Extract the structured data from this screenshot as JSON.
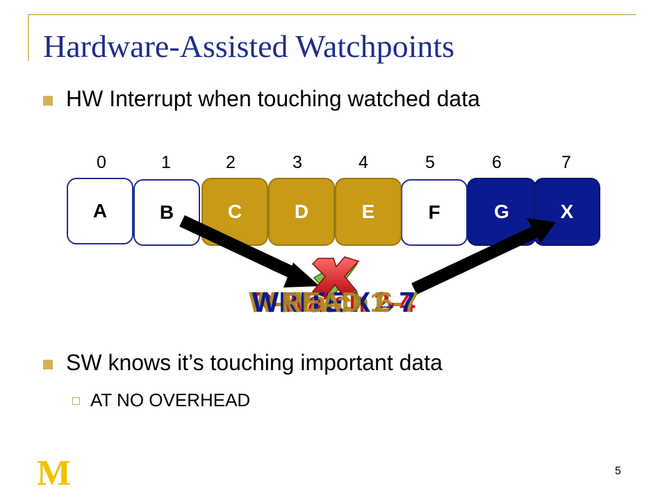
{
  "slide": {
    "title": "Hardware-Assisted Watchpoints",
    "bullets": [
      "HW Interrupt when touching watched data",
      "SW knows it’s touching important data"
    ],
    "sub_bullets": [
      "AT NO OVERHEAD"
    ],
    "page_number": "5"
  },
  "memory": {
    "indices": [
      "0",
      "1",
      "2",
      "3",
      "4",
      "5",
      "6",
      "7"
    ],
    "cells": [
      {
        "label": "A",
        "state": "normal"
      },
      {
        "label": "B",
        "state": "normal"
      },
      {
        "label": "C",
        "state": "watched"
      },
      {
        "label": "D",
        "state": "watched"
      },
      {
        "label": "E",
        "state": "watched"
      },
      {
        "label": "F",
        "state": "normal"
      },
      {
        "label": "G",
        "state": "accessed"
      },
      {
        "label": "X",
        "state": "accessed"
      }
    ]
  },
  "overlapping_labels": [
    "R-Watch 2-4",
    "W-Watch 6-7",
    "WRITE X→7",
    "READ 1"
  ],
  "logo": {
    "text": "M"
  },
  "colors": {
    "title": "#1f2e8a",
    "bullet": "#d4b355",
    "watched": "#c89a15",
    "accessed": "#0a1a8f",
    "label_red": "#c8141e",
    "label_gold": "#b08a22",
    "label_blue": "#0a1a8f",
    "logo": "#f2c200"
  }
}
